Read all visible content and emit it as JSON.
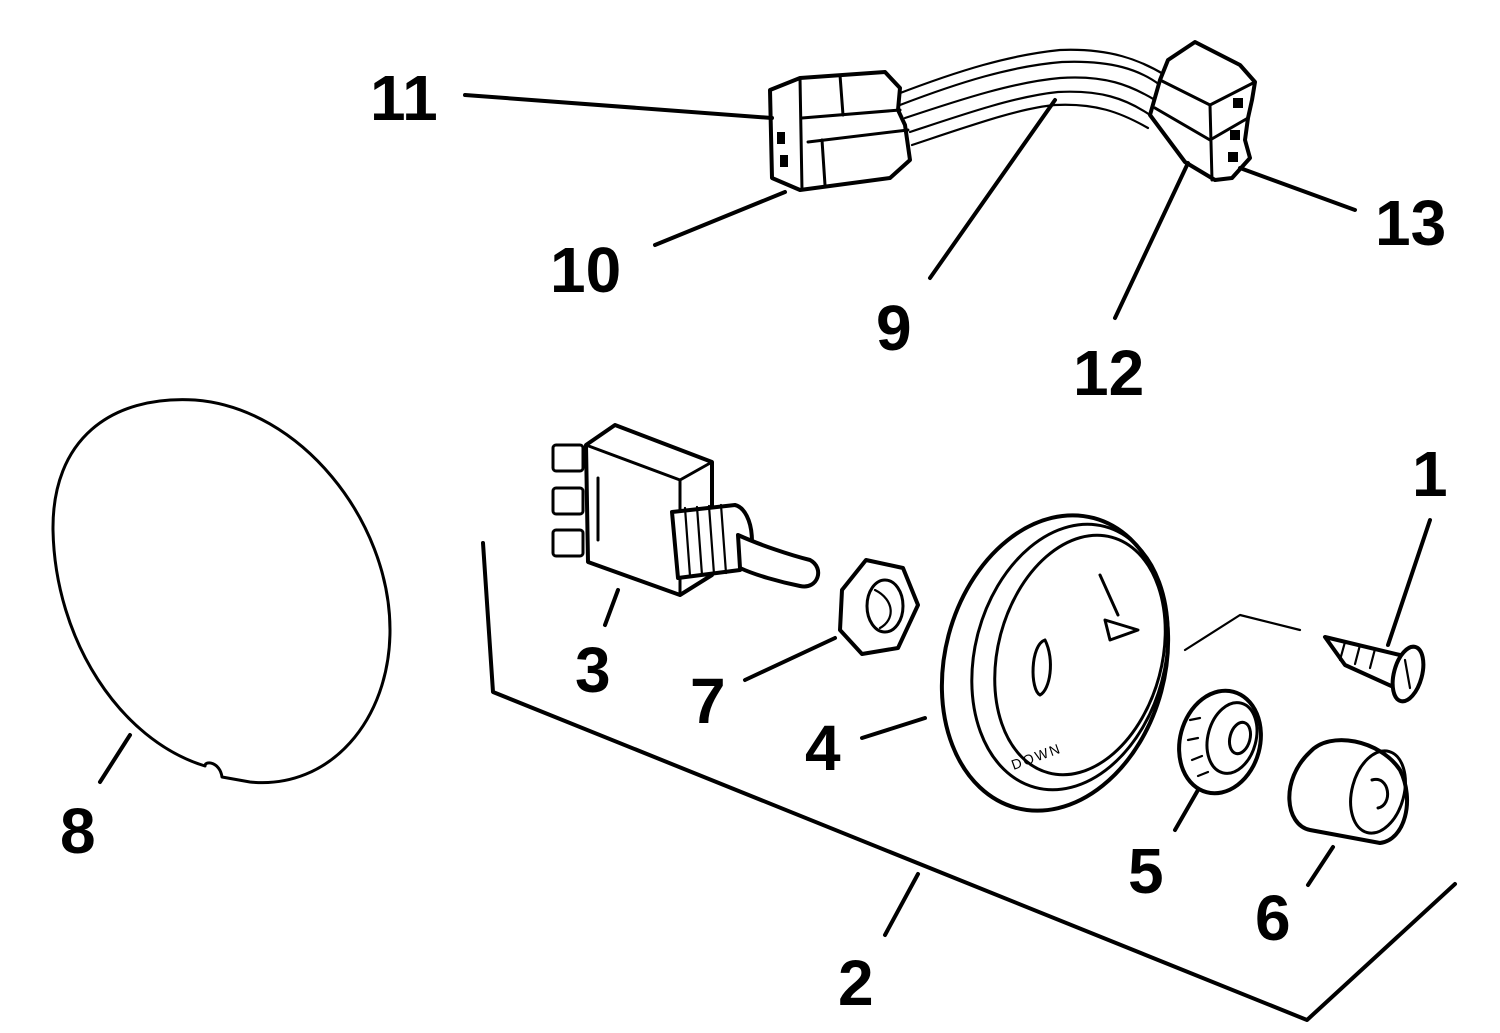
{
  "callouts": [
    {
      "id": "1",
      "label": "1"
    },
    {
      "id": "2",
      "label": "2"
    },
    {
      "id": "3",
      "label": "3"
    },
    {
      "id": "4",
      "label": "4"
    },
    {
      "id": "5",
      "label": "5"
    },
    {
      "id": "6",
      "label": "6"
    },
    {
      "id": "7",
      "label": "7"
    },
    {
      "id": "8",
      "label": "8"
    },
    {
      "id": "9",
      "label": "9"
    },
    {
      "id": "10",
      "label": "10"
    },
    {
      "id": "11",
      "label": "11"
    },
    {
      "id": "12",
      "label": "12"
    },
    {
      "id": "13",
      "label": "13"
    }
  ],
  "dial": {
    "down_label": "DOWN"
  },
  "colors": {
    "ink": "#000000",
    "paper": "#ffffff"
  }
}
